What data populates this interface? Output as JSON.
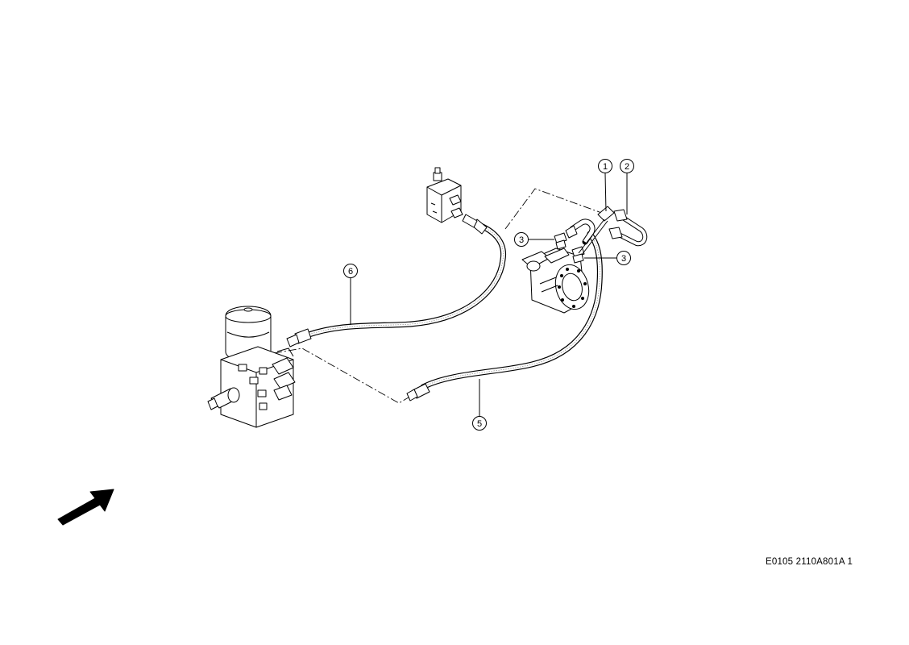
{
  "callouts": [
    {
      "id": "c1",
      "label": "1"
    },
    {
      "id": "c2",
      "label": "2"
    },
    {
      "id": "c3a",
      "label": "3"
    },
    {
      "id": "c3b",
      "label": "3"
    },
    {
      "id": "c5",
      "label": "5"
    },
    {
      "id": "c6",
      "label": "6"
    }
  ],
  "reference_code": "E0105 2110A801A 1",
  "icons": {
    "orientation_arrow": "direction-arrow-icon"
  },
  "colors": {
    "line": "#000000",
    "background": "#ffffff"
  }
}
